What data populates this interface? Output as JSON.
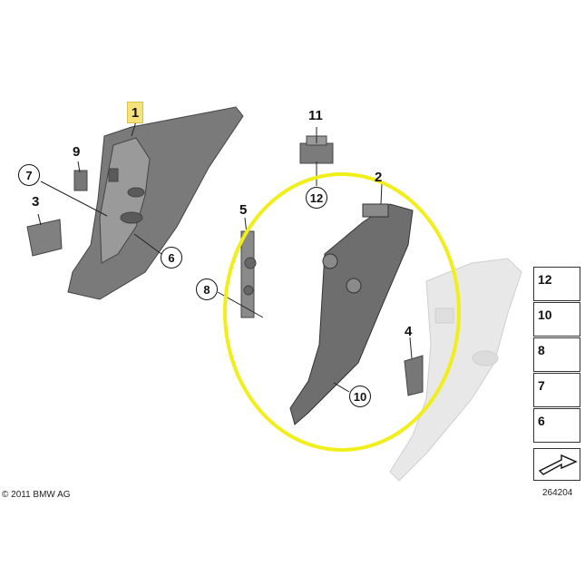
{
  "callouts": {
    "p1": "1",
    "p2": "2",
    "p3": "3",
    "p4": "4",
    "p5": "5",
    "p6": "6",
    "p7": "7",
    "p8": "8",
    "p9": "9",
    "p10": "10",
    "p11": "11",
    "p12": "12"
  },
  "legend": {
    "items": [
      "12",
      "10",
      "8",
      "7",
      "6"
    ]
  },
  "footer": {
    "copyright": "© 2011 BMW AG",
    "reference": "264204"
  },
  "colors": {
    "part_dark": "#6b6b6b",
    "part_mid": "#8a8a8a",
    "part_ghost": "#e6e6e6",
    "highlight_ellipse": "#f1ee1a",
    "highlight_label": "#f6e27a"
  }
}
